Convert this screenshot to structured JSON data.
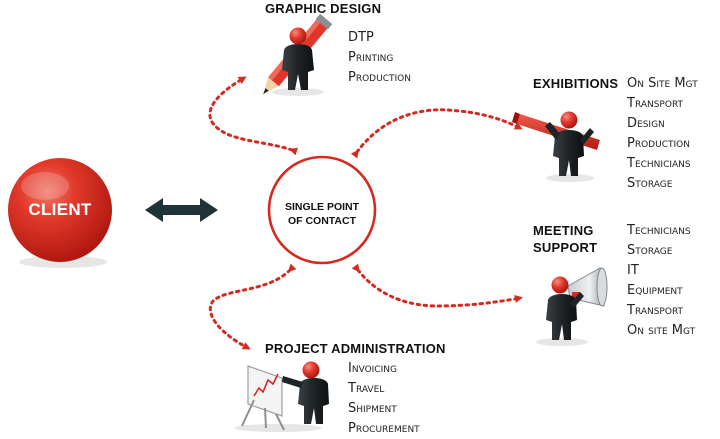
{
  "client": {
    "label": "CLIENT"
  },
  "hub": {
    "line1": "SINGLE POINT",
    "line2": "OF CONTACT"
  },
  "graphic_design": {
    "title": "GRAPHIC DESIGN",
    "items": [
      "DTP",
      "Printing",
      "Production"
    ]
  },
  "exhibitions": {
    "title": "EXHIBITIONS",
    "items": [
      "On Site Mgt",
      "Transport",
      "Design",
      "Production",
      "Technicians",
      "Storage"
    ]
  },
  "meeting_support": {
    "title_line1": "MEETING",
    "title_line2": "SUPPORT",
    "items": [
      "Technicians",
      "Storage",
      "IT",
      "Equipment",
      "Transport",
      "On site Mgt"
    ]
  },
  "project_administration": {
    "title": "PROJECT ADMINISTRATION",
    "items": [
      "Invoicing",
      "Travel",
      "Shipment",
      "Procurement"
    ]
  },
  "colors": {
    "accent_red": "#d42a20",
    "dark_arrow": "#1f3238",
    "figure_dark": "#1e2326"
  }
}
